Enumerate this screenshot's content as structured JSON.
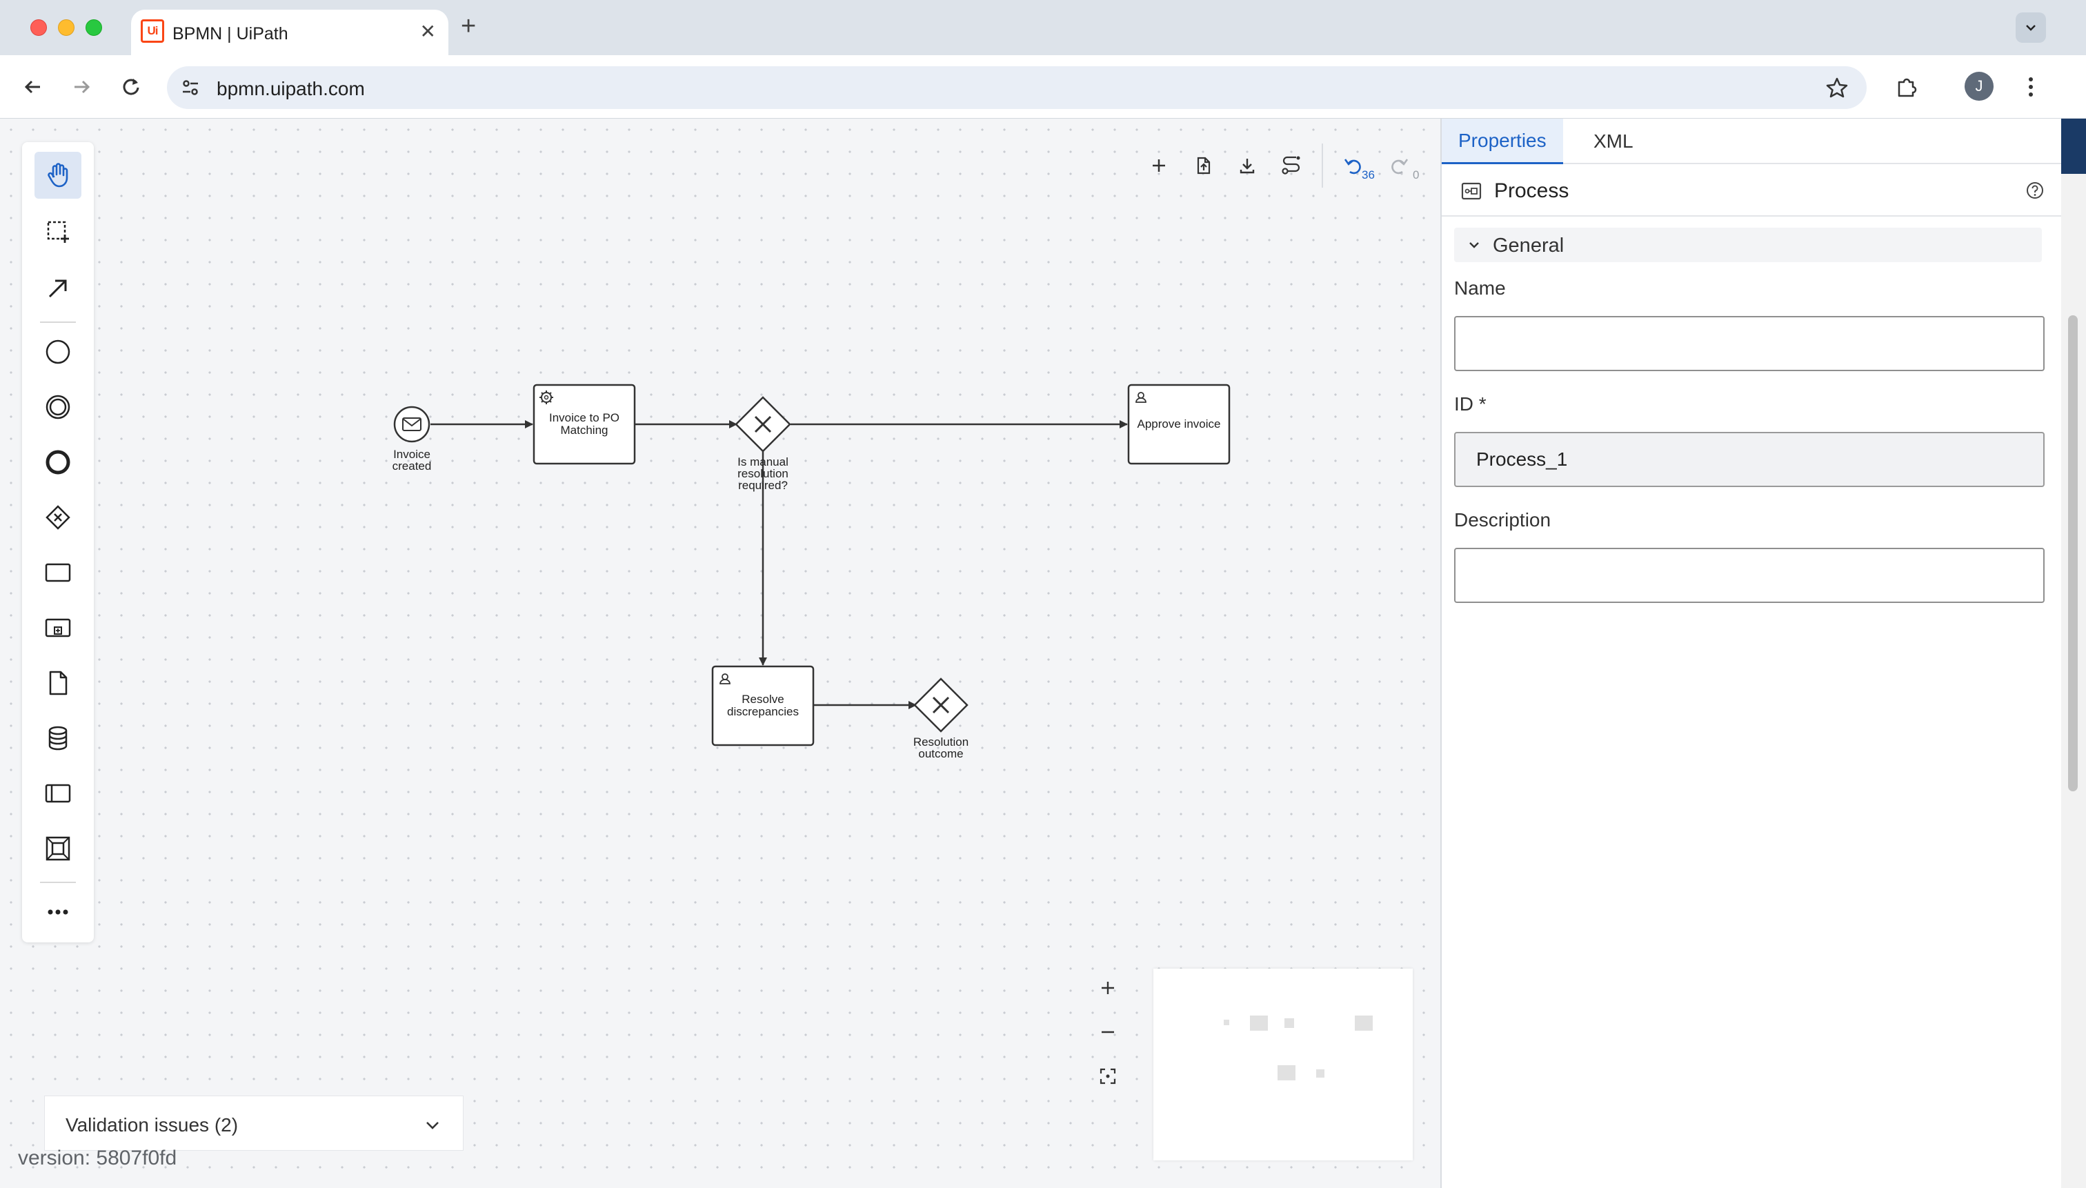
{
  "browser": {
    "tab_title": "BPMN | UiPath",
    "favicon_text": "Ui",
    "url": "bpmn.uipath.com",
    "profile_initial": "J"
  },
  "toolbar": {
    "undo_count": "36",
    "redo_count": "0"
  },
  "diagram": {
    "start_event_label": [
      "Invoice",
      "created"
    ],
    "task_matching_label": [
      "Invoice to PO",
      "Matching"
    ],
    "gateway_manual_label": [
      "Is manual",
      "resolution",
      "required?"
    ],
    "task_approve_label": "Approve invoice",
    "task_resolve_label": [
      "Resolve",
      "discrepancies"
    ],
    "gateway_outcome_label": [
      "Resolution",
      "outcome"
    ]
  },
  "validation": {
    "label": "Validation issues (2)"
  },
  "version": "version: 5807f0fd",
  "panel": {
    "tabs": [
      "Properties",
      "XML"
    ],
    "element_title": "Process",
    "section_title": "General",
    "name_label": "Name",
    "name_value": "",
    "id_label": "ID *",
    "id_value": "Process_1",
    "description_label": "Description",
    "description_value": ""
  },
  "colors": {
    "accent": "#1d62c6",
    "brand": "#fa4616",
    "canvas": "#f4f5f7"
  }
}
